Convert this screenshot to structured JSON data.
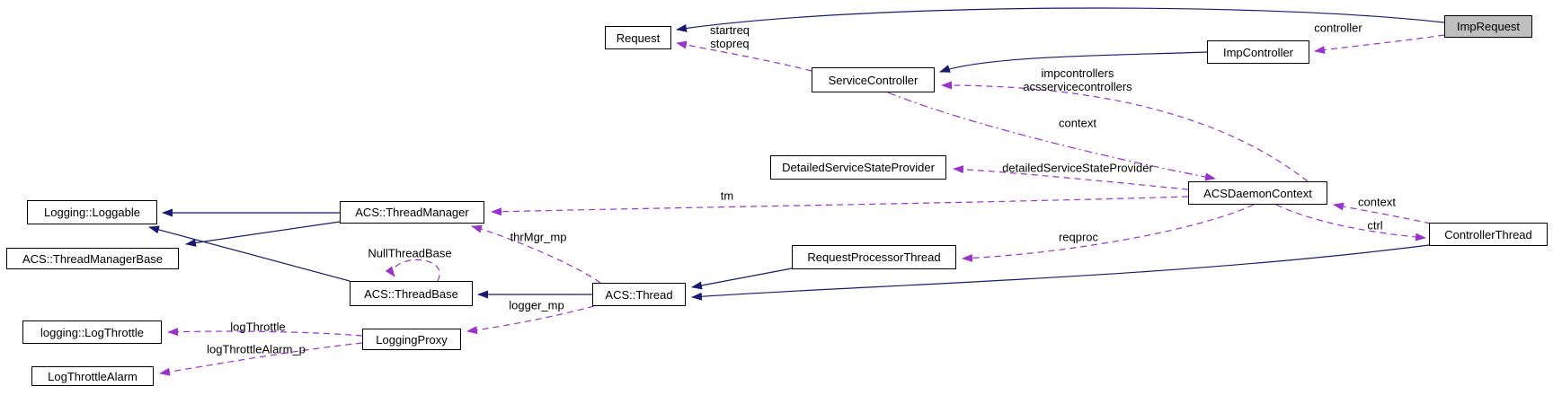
{
  "diagram": {
    "kind": "collaboration-graph",
    "colors": {
      "inheritance_edge": "#191970",
      "usage_edge": "#9a32cd",
      "node_background": "#ffffff",
      "node_border": "#000000",
      "highlighted_node_background": "#bfbfbf",
      "text": "#000000"
    }
  },
  "nodes": {
    "request": {
      "label": "Request"
    },
    "imp_controller": {
      "label": "ImpController"
    },
    "imp_request": {
      "label": "ImpRequest"
    },
    "service_controller": {
      "label": "ServiceController"
    },
    "detailed_service_state_provider": {
      "label": "DetailedServiceStateProvider"
    },
    "acs_daemon_context": {
      "label": "ACSDaemonContext"
    },
    "controller_thread": {
      "label": "ControllerThread"
    },
    "request_processor_thread": {
      "label": "RequestProcessorThread"
    },
    "logging_loggable": {
      "label": "Logging::Loggable"
    },
    "acs_thread_manager": {
      "label": "ACS::ThreadManager"
    },
    "acs_thread_manager_base": {
      "label": "ACS::ThreadManagerBase"
    },
    "acs_thread_base": {
      "label": "ACS::ThreadBase"
    },
    "acs_thread": {
      "label": "ACS::Thread"
    },
    "logging_log_throttle": {
      "label": "logging::LogThrottle"
    },
    "logging_proxy": {
      "label": "LoggingProxy"
    },
    "log_throttle_alarm": {
      "label": "LogThrottleAlarm"
    }
  },
  "edge_labels": {
    "startreq_stopreq": {
      "line1": "startreq",
      "line2": "stopreq"
    },
    "controller": "controller",
    "impcontrollers_acsservicecontrollers": {
      "line1": "impcontrollers",
      "line2": "acsservicecontrollers"
    },
    "context_from_servicecontroller": "context",
    "detailed_service_state_provider": "detailedServiceStateProvider",
    "tm": "tm",
    "thr_mgr_mp": "thrMgr_mp",
    "null_thread_base": "NullThreadBase",
    "logger_mp": "logger_mp",
    "reqproc": "reqproc",
    "context_from_controllerthread": "context",
    "ctrl": "ctrl",
    "log_throttle": "logThrottle",
    "log_throttle_alarm_p": "logThrottleAlarm_p"
  }
}
